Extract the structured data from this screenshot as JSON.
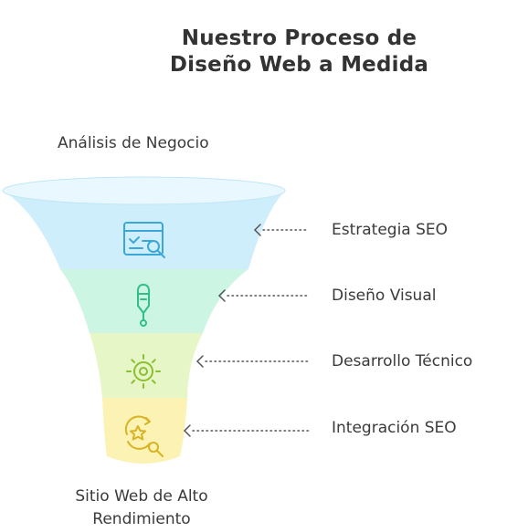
{
  "title": {
    "line1": "Nuestro Proceso de",
    "line2": "Diseño Web a Medida"
  },
  "input_label": "Análisis de Negocio",
  "output_label": {
    "line1": "Sitio Web de Alto",
    "line2": "Rendimiento"
  },
  "stages": [
    {
      "label": "Estrategia SEO",
      "icon": "browser-search-icon",
      "color": "#cfeefb"
    },
    {
      "label": "Diseño Visual",
      "icon": "pen-nib-icon",
      "color": "#cdf5e4"
    },
    {
      "label": "Desarrollo Técnico",
      "icon": "gear-icon",
      "color": "#e6f6c6"
    },
    {
      "label": "Integración SEO",
      "icon": "star-search-icon",
      "color": "#fbf2b4"
    }
  ]
}
